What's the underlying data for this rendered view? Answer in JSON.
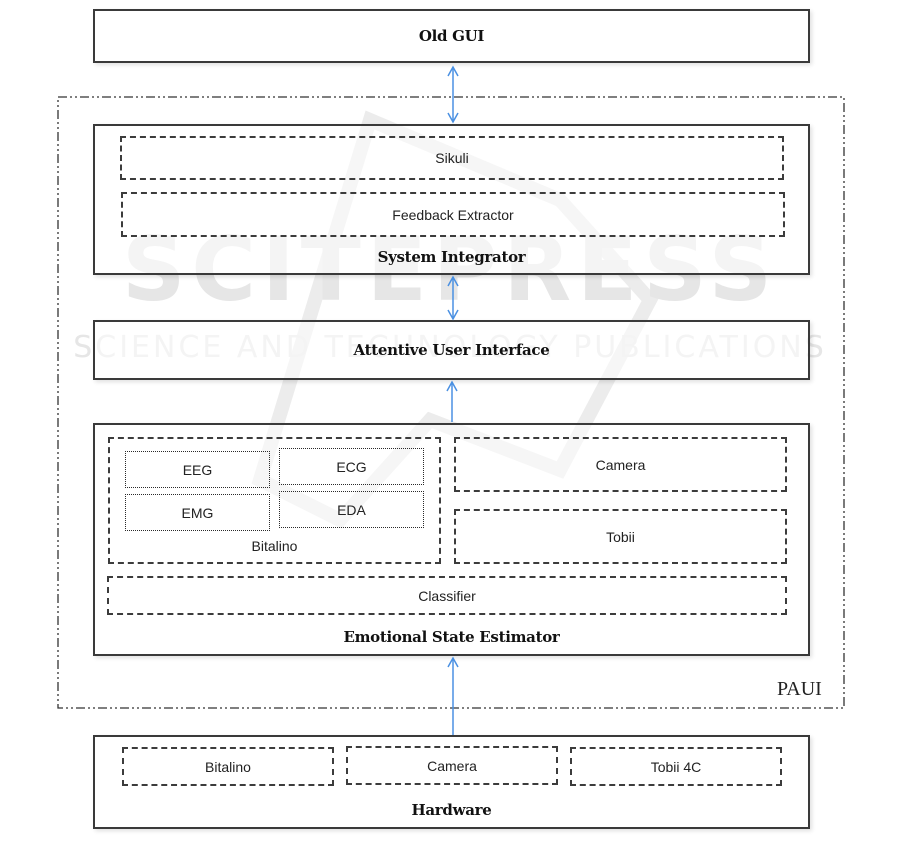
{
  "diagram": {
    "old_gui": {
      "title": "Old GUI"
    },
    "paui": {
      "label": "PAUI"
    },
    "system_integrator": {
      "title": "System Integrator",
      "components": [
        "Sikuli",
        "Feedback Extractor"
      ]
    },
    "attentive_ui": {
      "title": "Attentive User Interface"
    },
    "emotional_state_estimator": {
      "title": "Emotional State Estimator",
      "bitalino": {
        "label": "Bitalino",
        "sensors": [
          "EEG",
          "ECG",
          "EMG",
          "EDA"
        ]
      },
      "camera": "Camera",
      "tobii": "Tobii",
      "classifier": "Classifier"
    },
    "hardware": {
      "title": "Hardware",
      "devices": [
        "Bitalino",
        "Camera",
        "Tobii 4C"
      ]
    },
    "connections": [
      {
        "from": "Old GUI",
        "to": "System Integrator",
        "direction": "bidirectional"
      },
      {
        "from": "System Integrator",
        "to": "Attentive User Interface",
        "direction": "bidirectional"
      },
      {
        "from": "Emotional State Estimator",
        "to": "Attentive User Interface",
        "direction": "up"
      },
      {
        "from": "Hardware",
        "to": "Emotional State Estimator",
        "direction": "up"
      }
    ],
    "arrow_color": "#4a90e2"
  },
  "watermark": {
    "line1": "SCITEPRESS",
    "line2": "SCIENCE AND TECHNOLOGY PUBLICATIONS"
  }
}
